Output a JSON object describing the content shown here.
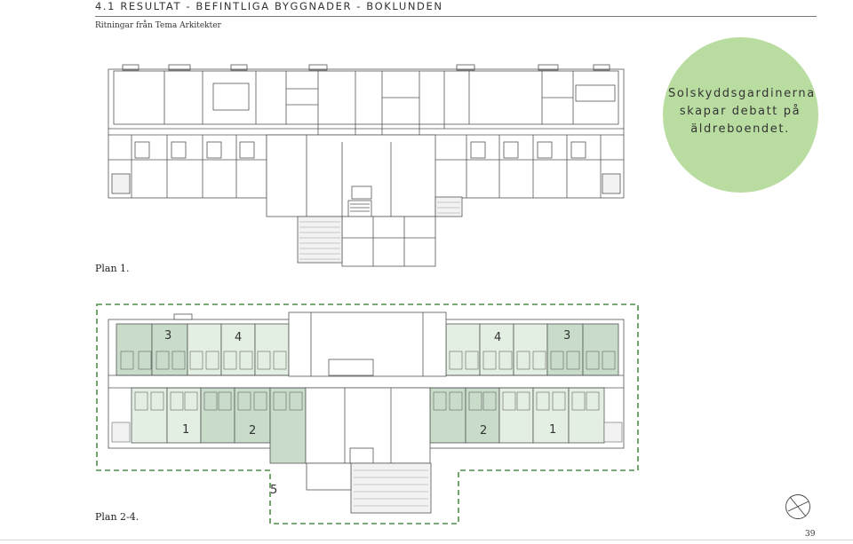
{
  "header": {
    "title": "4.1 RESULTAT - BEFINTLIGA BYGGNADER - BOKLUNDEN",
    "subtitle": "Ritningar från Tema Arkitekter"
  },
  "callout": {
    "line1": "Solskyddsgardinerna",
    "line2": "skapar debatt på",
    "line3": "äldreboendet."
  },
  "plans": {
    "plan1_label": "Plan 1.",
    "plan24_label": "Plan 2-4."
  },
  "unit_numbers": {
    "left_top_a": "3",
    "left_top_b": "4",
    "right_top_a": "4",
    "right_top_b": "3",
    "left_bottom_a": "1",
    "left_bottom_b": "2",
    "right_bottom_a": "2",
    "right_bottom_b": "1",
    "center_bottom": "5"
  },
  "colors": {
    "circle": "#b9dca1",
    "zone_dark": "#c8dcc9",
    "zone_light": "#e3efe2",
    "dashed_border": "#4f8f4a"
  },
  "page": {
    "number": "39"
  }
}
